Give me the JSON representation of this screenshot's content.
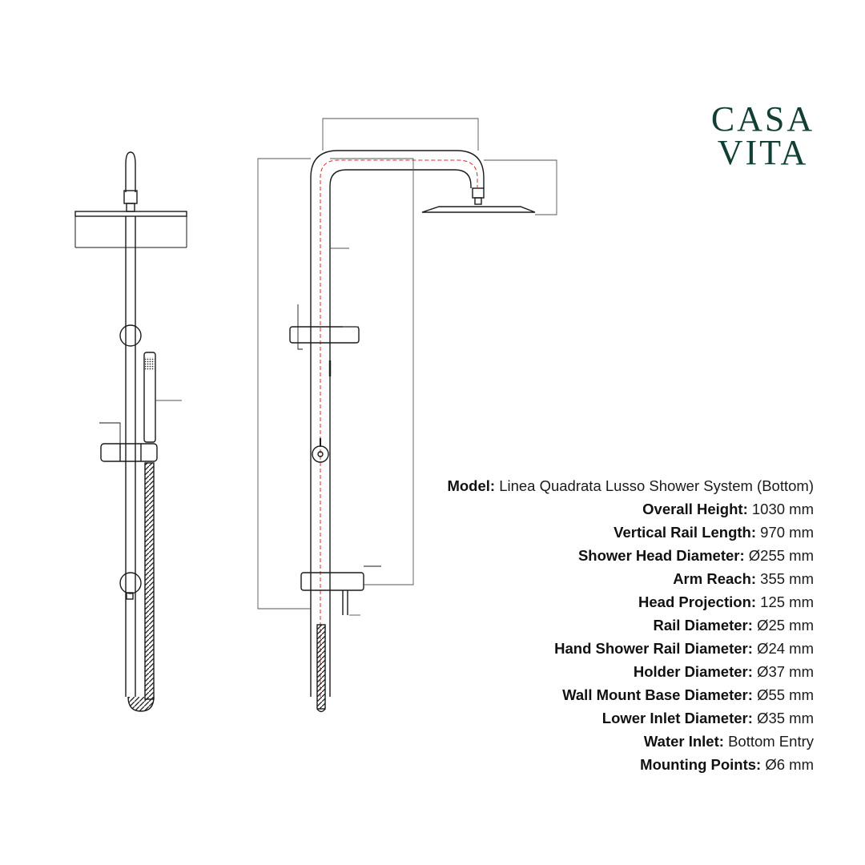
{
  "brand": {
    "line1": "CASA",
    "line2": "VITA",
    "color": "#123f35"
  },
  "specs": [
    {
      "label": "Model:",
      "value": "Linea Quadrata Lusso Shower System (Bottom)"
    },
    {
      "label": "Overall Height:",
      "value": "1030 mm"
    },
    {
      "label": "Vertical Rail Length:",
      "value": "970 mm"
    },
    {
      "label": "Shower Head Diameter:",
      "value": "Ø255 mm"
    },
    {
      "label": "Arm Reach:",
      "value": "355 mm"
    },
    {
      "label": "Head Projection:",
      "value": "125 mm"
    },
    {
      "label": "Rail Diameter:",
      "value": "Ø25 mm"
    },
    {
      "label": "Hand Shower Rail Diameter:",
      "value": "Ø24 mm"
    },
    {
      "label": "Holder Diameter:",
      "value": "Ø37 mm"
    },
    {
      "label": "Wall Mount Base Diameter:",
      "value": "Ø55 mm"
    },
    {
      "label": "Lower Inlet Diameter:",
      "value": "Ø35 mm"
    },
    {
      "label": "Water Inlet:",
      "value": "Bottom Entry"
    },
    {
      "label": "Mounting Points:",
      "value": "Ø6 mm"
    }
  ],
  "colors": {
    "line": "#1a1a1a",
    "dimension": "#555555",
    "centerline": "#d62828"
  }
}
